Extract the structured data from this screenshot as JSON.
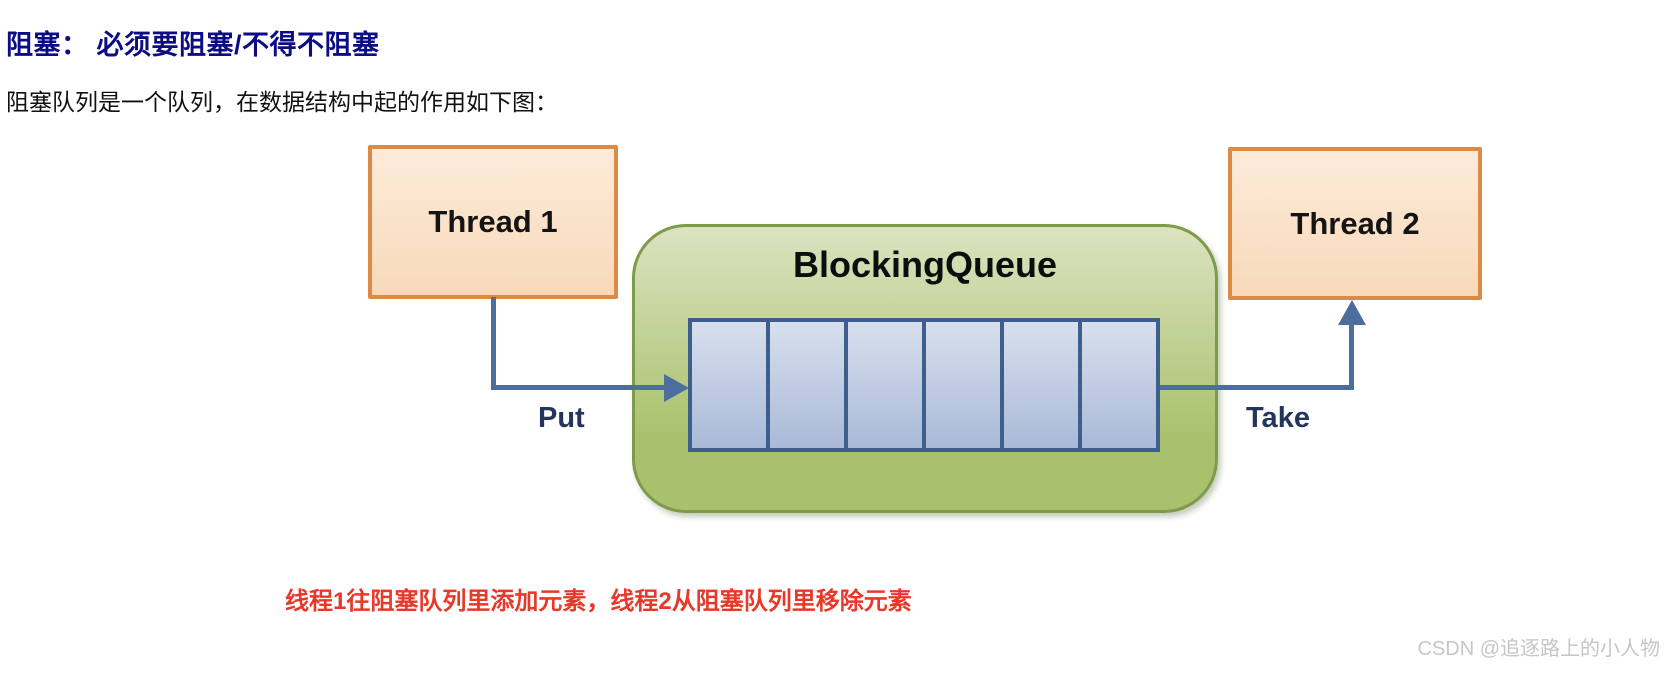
{
  "page": {
    "heading": "阻塞： 必须要阻塞/不得不阻塞",
    "intro": "阻塞队列是一个队列，在数据结构中起的作用如下图：",
    "caption": "线程1往阻塞队列里添加元素，线程2从阻塞队列里移除元素",
    "watermark": "CSDN @追逐路上的小人物"
  },
  "diagram": {
    "thread1_label": "Thread 1",
    "thread2_label": "Thread 2",
    "queue_title": "BlockingQueue",
    "put_label": "Put",
    "take_label": "Take",
    "queue_slots": 6,
    "colors": {
      "heading": "#0c0c85",
      "caption": "#e8382a",
      "watermark": "#c6c6c6",
      "thread_box_border": "#dd8a44",
      "thread_box_fill_top": "#fcebd9",
      "thread_box_fill_bottom": "#f8d9ba",
      "queue_border": "#7d9b4b",
      "queue_fill_top": "#dbe3c0",
      "queue_fill_bottom": "#a9c16c",
      "slot_border": "#3e5e8c",
      "slot_fill_top": "#d8e0ee",
      "slot_fill_bottom": "#a9b9d7",
      "arrow": "#4b6e9c"
    }
  }
}
